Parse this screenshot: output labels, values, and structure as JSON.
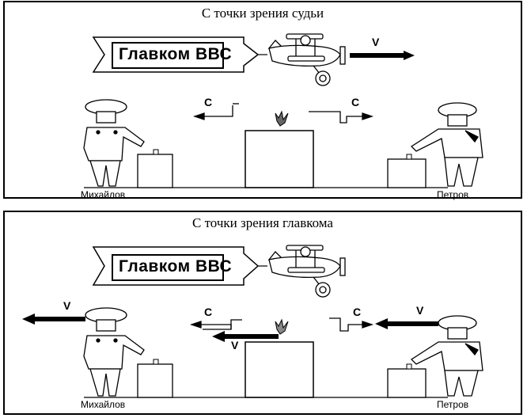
{
  "panels": [
    {
      "title": "С точки зрения судьи",
      "banner": "Главком ВВС",
      "plane_velocity_label": "V",
      "signal_left_label": "С",
      "signal_right_label": "С",
      "left_officer": "Михайлов",
      "right_officer": "Петров"
    },
    {
      "title": "С точки зрения главкома",
      "banner": "Главком ВВС",
      "left_velocity_label": "V",
      "right_velocity_label": "V",
      "center_velocity_label": "V",
      "signal_left_label": "С",
      "signal_right_label": "С",
      "left_officer": "Михайлов",
      "right_officer": "Петров"
    }
  ]
}
